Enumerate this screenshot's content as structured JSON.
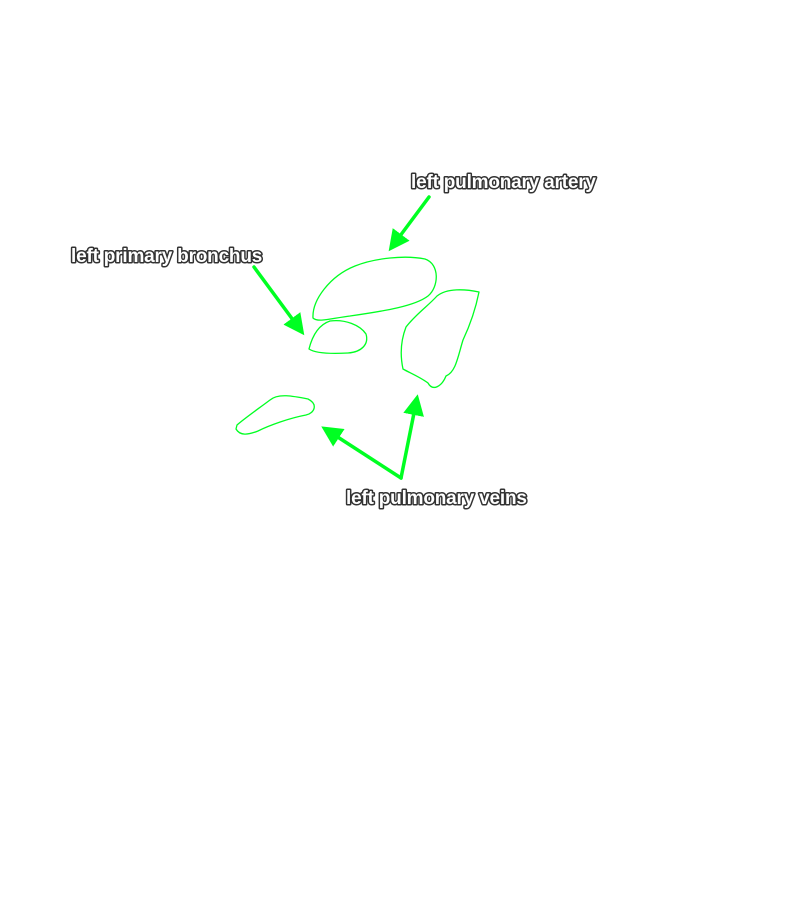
{
  "colors": {
    "annotation": "#00ff22",
    "label_fill": "#ffffff",
    "label_shadow": "#333333",
    "background": "#ffffff"
  },
  "labels": {
    "artery": "left pulmonary artery",
    "bronchus": "left primary bronchus",
    "veins": "left pulmonary veins"
  }
}
